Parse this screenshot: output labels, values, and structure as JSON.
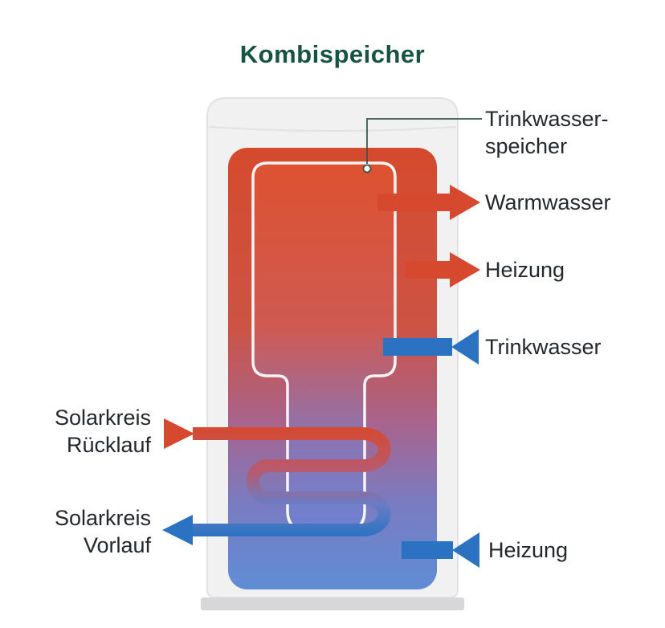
{
  "title": "Kombispeicher",
  "diagram": {
    "callout": {
      "line1": "Trinkwasser-",
      "line2": "speicher"
    },
    "right_labels": {
      "warmwasser": "Warmwasser",
      "heizung_top": "Heizung",
      "trinkwasser": "Trinkwasser",
      "heizung_bottom": "Heizung"
    },
    "left_labels": {
      "ruecklauf_line1": "Solarkreis",
      "ruecklauf_line2": "Rücklauf",
      "vorlauf_line1": "Solarkreis",
      "vorlauf_line2": "Vorlauf"
    },
    "colors": {
      "hot": "#d6492e",
      "cold": "#2b73c2",
      "title_green": "#175342",
      "text": "#23272e",
      "tank_shell": "#f1f1f2",
      "tank_base": "#d7d7d9"
    }
  }
}
